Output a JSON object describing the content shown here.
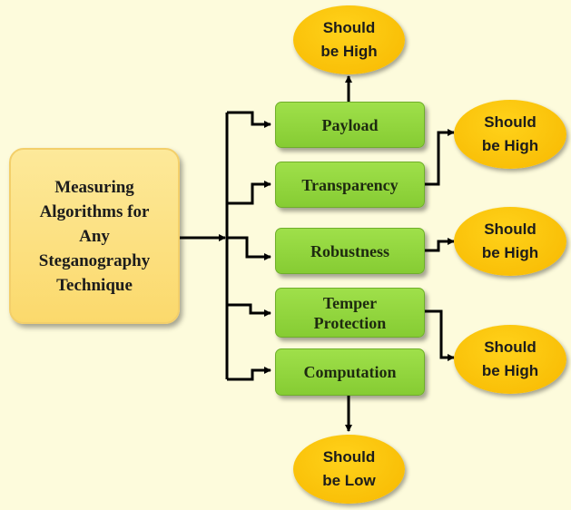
{
  "diagram": {
    "source": {
      "label": "Measuring\nAlgorithms  for\nAny\nSteganography\nTechnique"
    },
    "metrics": [
      {
        "id": "payload",
        "label": "Payload"
      },
      {
        "id": "transparency",
        "label": "Transparency"
      },
      {
        "id": "robustness",
        "label": "Robustness"
      },
      {
        "id": "temper",
        "label": "Temper\nProtection"
      },
      {
        "id": "computation",
        "label": "Computation"
      }
    ],
    "outcomes": [
      {
        "id": "payload-out",
        "label": "Should\nbe High"
      },
      {
        "id": "transparency-out",
        "label": "Should\nbe High"
      },
      {
        "id": "robustness-out",
        "label": "Should\nbe High"
      },
      {
        "id": "temper-out",
        "label": "Should\nbe High"
      },
      {
        "id": "computation-out",
        "label": "Should\nbe Low"
      }
    ]
  },
  "colors": {
    "background": "#fdfbdc",
    "source_fill": "#fbd96c",
    "metric_fill": "#8fd43a",
    "outcome_fill": "#f9bf00",
    "connector": "#000000"
  }
}
